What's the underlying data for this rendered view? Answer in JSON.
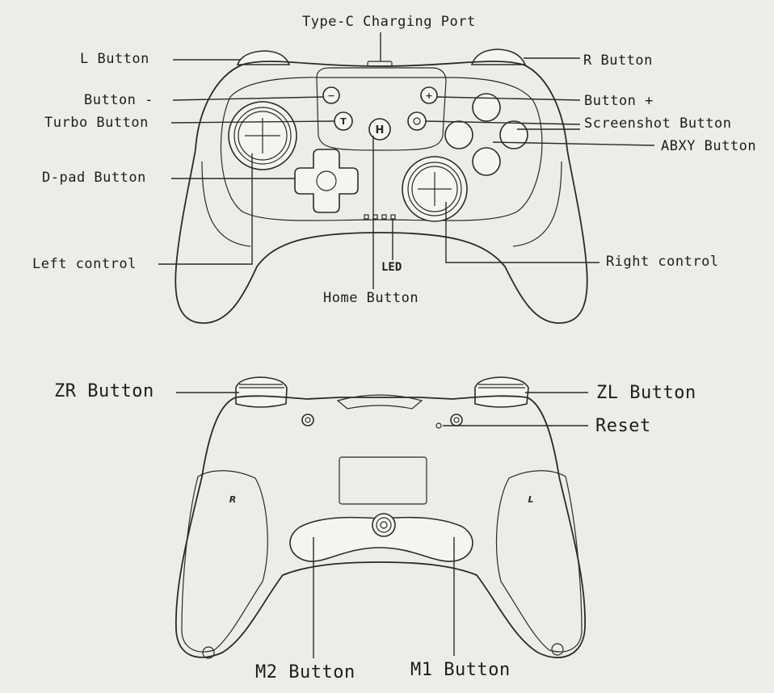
{
  "front_labels": {
    "charging_port": "Type-C Charging Port",
    "l_button": "L Button",
    "r_button": "R Button",
    "button_minus": "Button -",
    "button_plus": "Button +",
    "turbo_button": "Turbo Button",
    "screenshot_button": "Screenshot Button",
    "abxy_button": "ABXY Button",
    "dpad_button": "D-pad Button",
    "left_control": "Left control",
    "right_control": "Right control",
    "led": "LED",
    "home_button": "Home Button"
  },
  "back_labels": {
    "zr_button": "ZR Button",
    "zl_button": "ZL Button",
    "reset": "Reset",
    "m2_button": "M2 Button",
    "m1_button": "M1 Button"
  },
  "glyphs": {
    "minus": "−",
    "plus": "+",
    "turbo": "T",
    "home": "H",
    "screenshot": "○",
    "grip_right": "R",
    "grip_left": "L"
  },
  "colors": {
    "paper": "#ececea",
    "ink": "#2a2a2a"
  }
}
